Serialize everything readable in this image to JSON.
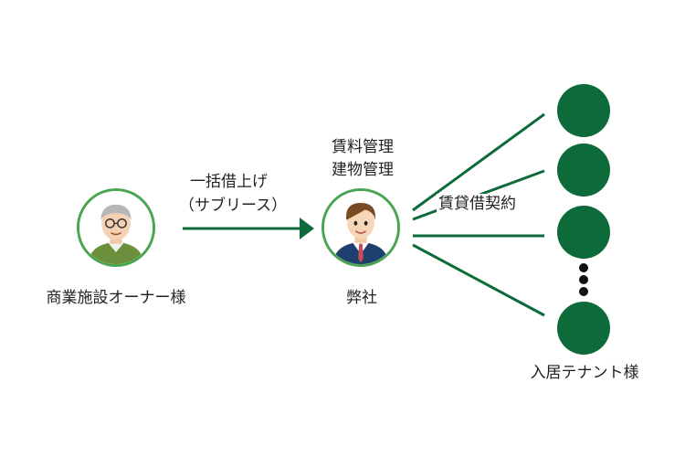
{
  "owner": {
    "label": "商業施設オーナー様"
  },
  "sublease": {
    "line1": "一括借上げ",
    "line2": "（サブリース）"
  },
  "company": {
    "label": "弊社",
    "role_line1": "賃料管理",
    "role_line2": "建物管理"
  },
  "contract": {
    "label": "賃貸借契約"
  },
  "tenants": {
    "label": "入居テナント様"
  },
  "colors": {
    "accent_green": "#4aa553",
    "dark_green": "#0d6b3a",
    "line_green": "#0d6b3a"
  }
}
